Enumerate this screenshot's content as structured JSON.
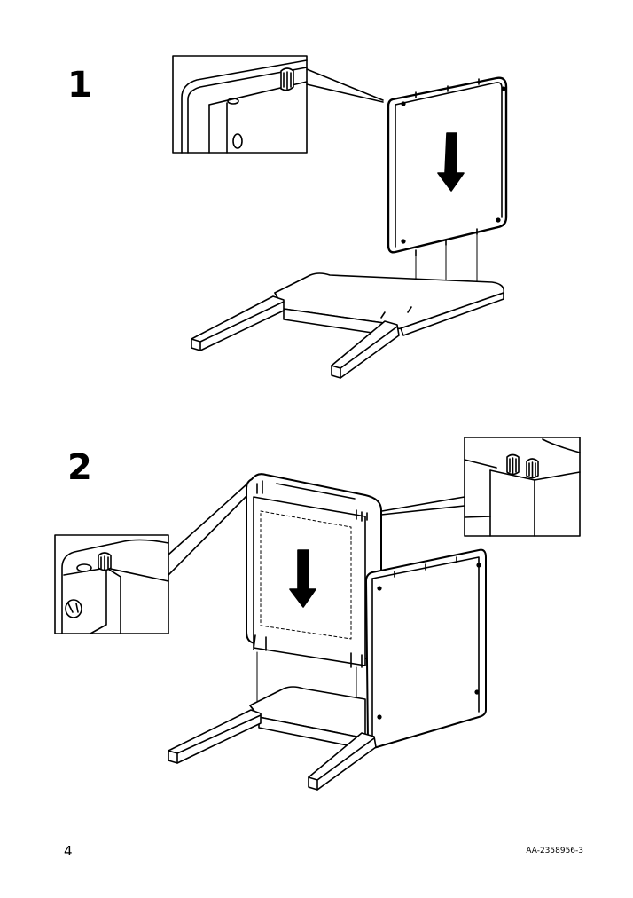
{
  "page": {
    "page_number": "4",
    "document_code": "AA-2358956-3"
  },
  "steps": [
    {
      "number": "1"
    },
    {
      "number": "2"
    }
  ],
  "icons": {
    "step1_arrow": "down-arrow-icon",
    "step2_arrow": "down-arrow-icon",
    "detail_views": "magnified-detail"
  }
}
